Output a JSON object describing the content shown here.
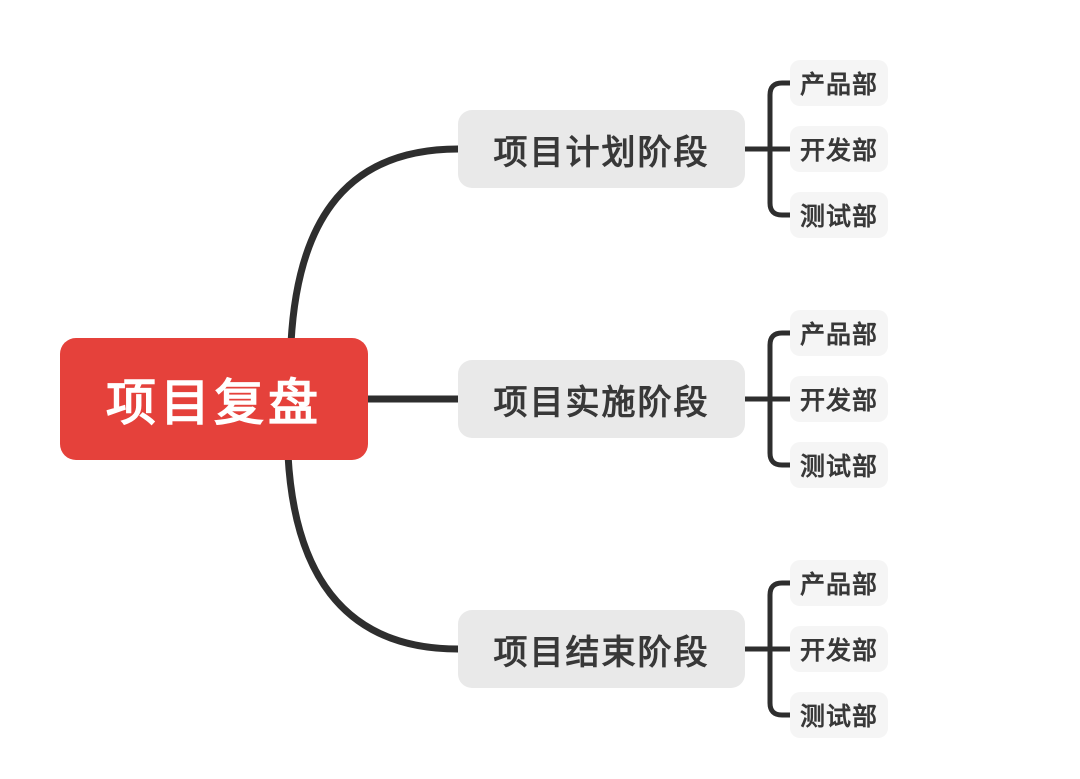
{
  "colors": {
    "canvas_bg": "#ffffff",
    "root_bg": "#e5413b",
    "root_text": "#ffffff",
    "branch_bg": "#e9e9e9",
    "child_bg": "#f5f5f5",
    "node_text": "#383838",
    "line": "#2e2e2e"
  },
  "mindmap": {
    "root": {
      "label": "项目复盘"
    },
    "branches": [
      {
        "label": "项目计划阶段",
        "children": [
          {
            "label": "产品部"
          },
          {
            "label": "开发部"
          },
          {
            "label": "测试部"
          }
        ]
      },
      {
        "label": "项目实施阶段",
        "children": [
          {
            "label": "产品部"
          },
          {
            "label": "开发部"
          },
          {
            "label": "测试部"
          }
        ]
      },
      {
        "label": "项目结束阶段",
        "children": [
          {
            "label": "产品部"
          },
          {
            "label": "开发部"
          },
          {
            "label": "测试部"
          }
        ]
      }
    ]
  }
}
